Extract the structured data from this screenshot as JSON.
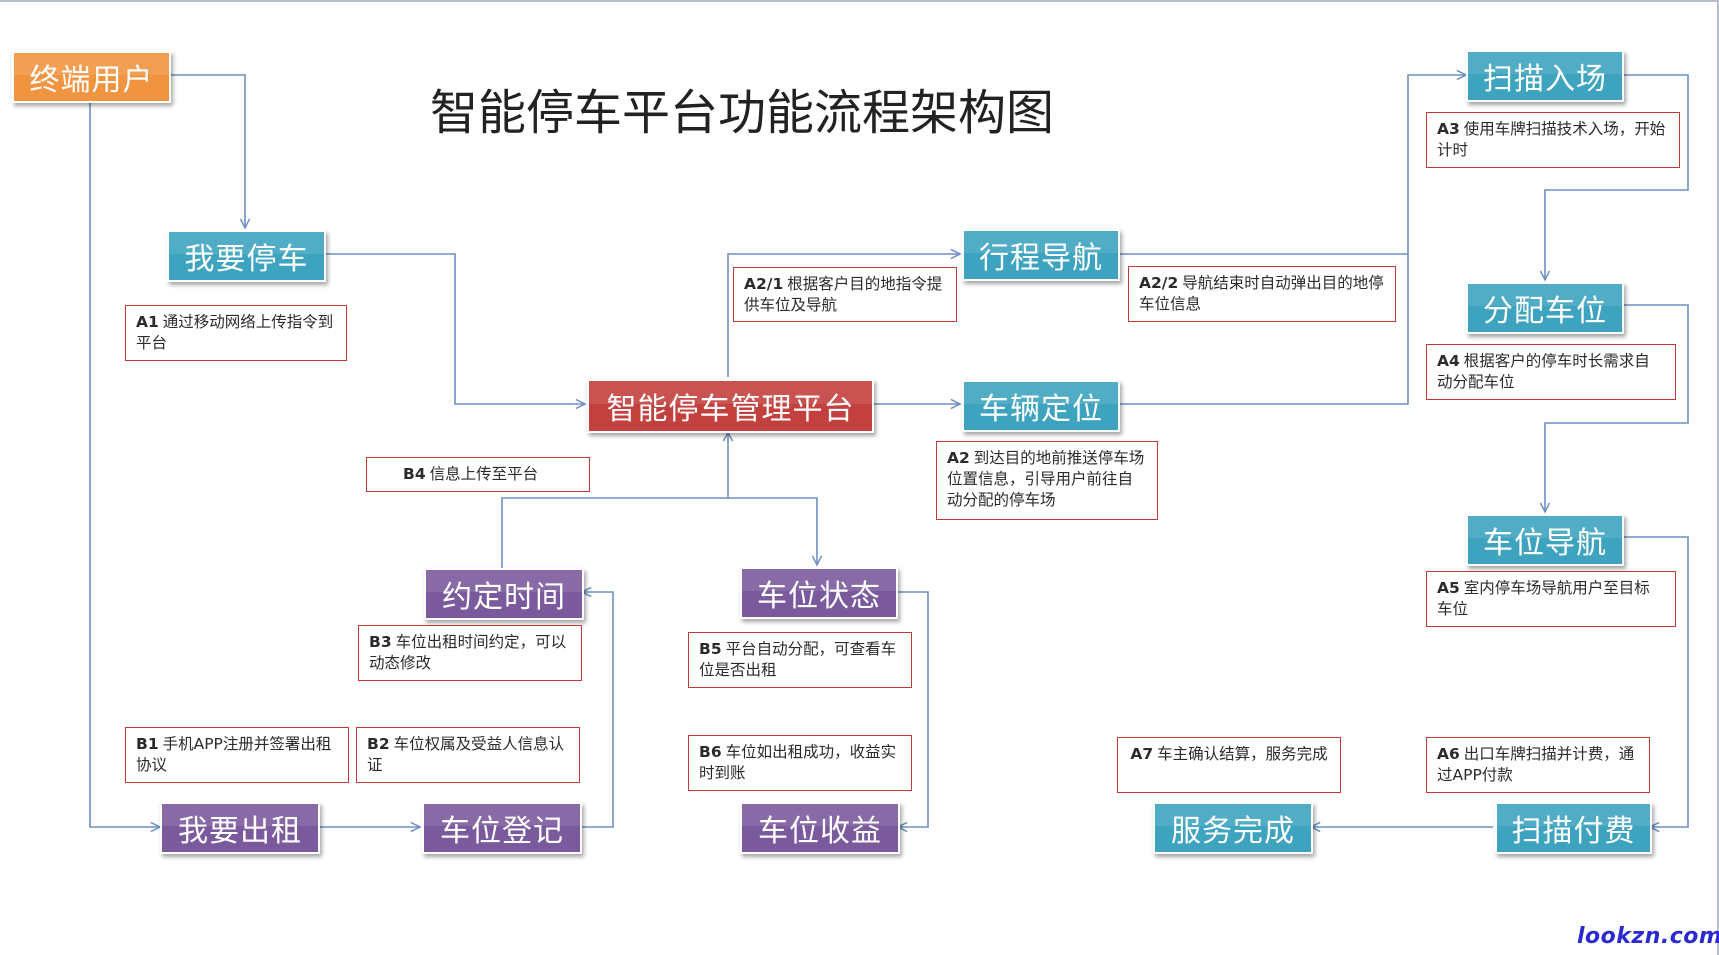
{
  "title": "智能停车平台功能流程架构图",
  "colors": {
    "orange": "#f19440",
    "teal": "#3ea3bf",
    "red": "#c2403e",
    "purple": "#7a5a9c",
    "connector": "#6f8fc4",
    "note_border": "#c23b39"
  },
  "nodes": {
    "user": "终端用户",
    "park": "我要停车",
    "platform": "智能停车管理平台",
    "trip_nav": "行程导航",
    "vehicle_loc": "车辆定位",
    "scan_in": "扫描入场",
    "assign": "分配车位",
    "space_nav": "车位导航",
    "scan_pay": "扫描付费",
    "done": "服务完成",
    "rent": "我要出租",
    "register": "车位登记",
    "appoint": "约定时间",
    "status": "车位状态",
    "income": "车位收益"
  },
  "notes": {
    "a1": {
      "code": "A1",
      "text": "通过移动网络上传指令到平台"
    },
    "a21": {
      "code": "A2/1",
      "text": "根据客户目的地指令提供车位及导航"
    },
    "a22": {
      "code": "A2/2",
      "text": "导航结束时自动弹出目的地停车位信息"
    },
    "a2": {
      "code": "A2",
      "text": "到达目的地前推送停车场位置信息，引导用户前往自动分配的停车场"
    },
    "a3": {
      "code": "A3",
      "text": "使用车牌扫描技术入场，开始计时"
    },
    "a4": {
      "code": "A4",
      "text": "根据客户的停车时长需求自动分配车位"
    },
    "a5": {
      "code": "A5",
      "text": "室内停车场导航用户至目标车位"
    },
    "a6": {
      "code": "A6",
      "text": "出口车牌扫描并计费，通过APP付款"
    },
    "a7": {
      "code": "A7",
      "text": "车主确认结算，服务完成"
    },
    "b1": {
      "code": "B1",
      "text": "手机APP注册并签署出租协议"
    },
    "b2": {
      "code": "B2",
      "text": "车位权属及受益人信息认证"
    },
    "b3": {
      "code": "B3",
      "text": "车位出租时间约定，可以动态修改"
    },
    "b4": {
      "code": "B4",
      "text": "信息上传至平台"
    },
    "b5": {
      "code": "B5",
      "text": "平台自动分配，可查看车位是否出租"
    },
    "b6": {
      "code": "B6",
      "text": "车位如出租成功，收益实时到账"
    }
  },
  "watermark": "lookzn.com"
}
